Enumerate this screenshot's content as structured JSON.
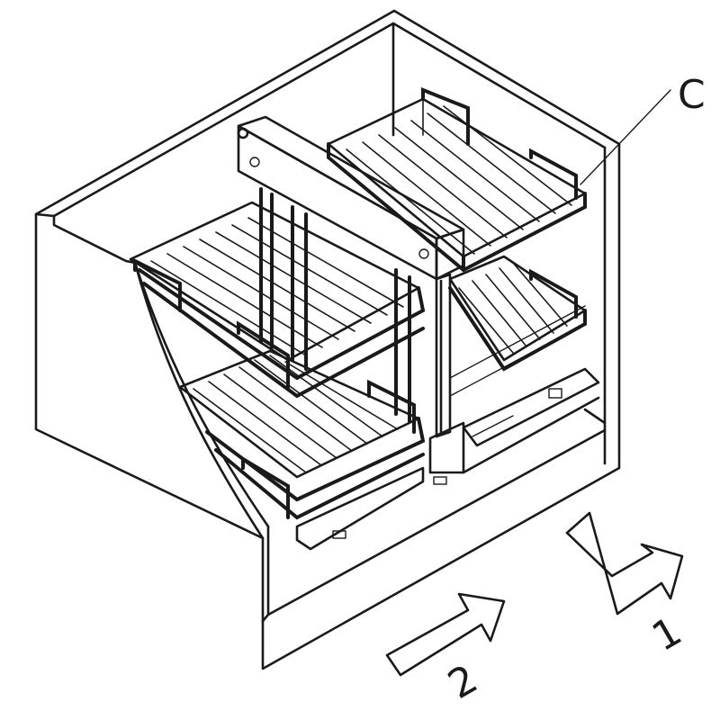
{
  "labels": {
    "c": "C",
    "one": "1",
    "two": "2"
  },
  "icons": {
    "arrow_1": "l-shaped-arrow-icon",
    "arrow_2": "straight-arrow-icon"
  },
  "colors": {
    "line": "#1a1a1a",
    "background": "#ffffff"
  }
}
